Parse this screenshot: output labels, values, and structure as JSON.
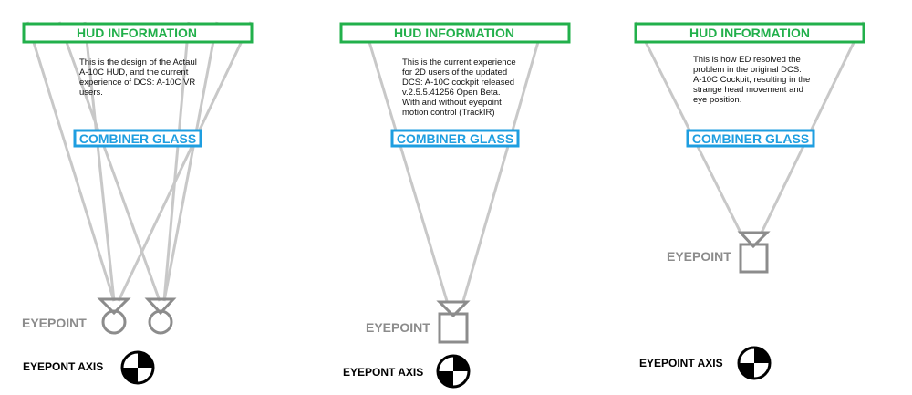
{
  "colors": {
    "hud_green": "#22b04b",
    "combiner_blue": "#1e9ee0",
    "ray_gray": "#c8c8c8",
    "eyepoint_gray": "#8c8c8c",
    "axis_black": "#000000"
  },
  "icons": {
    "eyepoint_left": "circle-eye-icon",
    "eyepoint_box": "square-eye-icon",
    "eyepoint_axis": "quartered-circle-icon"
  },
  "panels": [
    {
      "hud_label": "HUD INFORMATION",
      "description": "This is the design of the Actaul\nA-10C HUD, and the current\nexperience of DCS: A-10C VR\nusers.",
      "combiner_label": "COMBINER GLASS",
      "eyepoint_label": "EYEPOINT",
      "axis_label": "EYEPONT AXIS"
    },
    {
      "hud_label": "HUD INFORMATION",
      "description": "This is the current experience\nfor 2D users of the updated\nDCS: A-10C cockpit released\nv.2.5.5.41256 Open Beta.\nWith and without eyepoint\nmotion control (TrackIR)",
      "combiner_label": "COMBINER GLASS",
      "eyepoint_label": "EYEPOINT",
      "axis_label": "EYEPONT AXIS"
    },
    {
      "hud_label": "HUD INFORMATION",
      "description": "This is how ED resolved the\nproblem in the original DCS:\nA-10C Cockpit, resulting in the\nstrange head movement and\neye position.",
      "combiner_label": "COMBINER GLASS",
      "eyepoint_label": "EYEPOINT",
      "axis_label": "EYEPOINT AXIS"
    }
  ]
}
